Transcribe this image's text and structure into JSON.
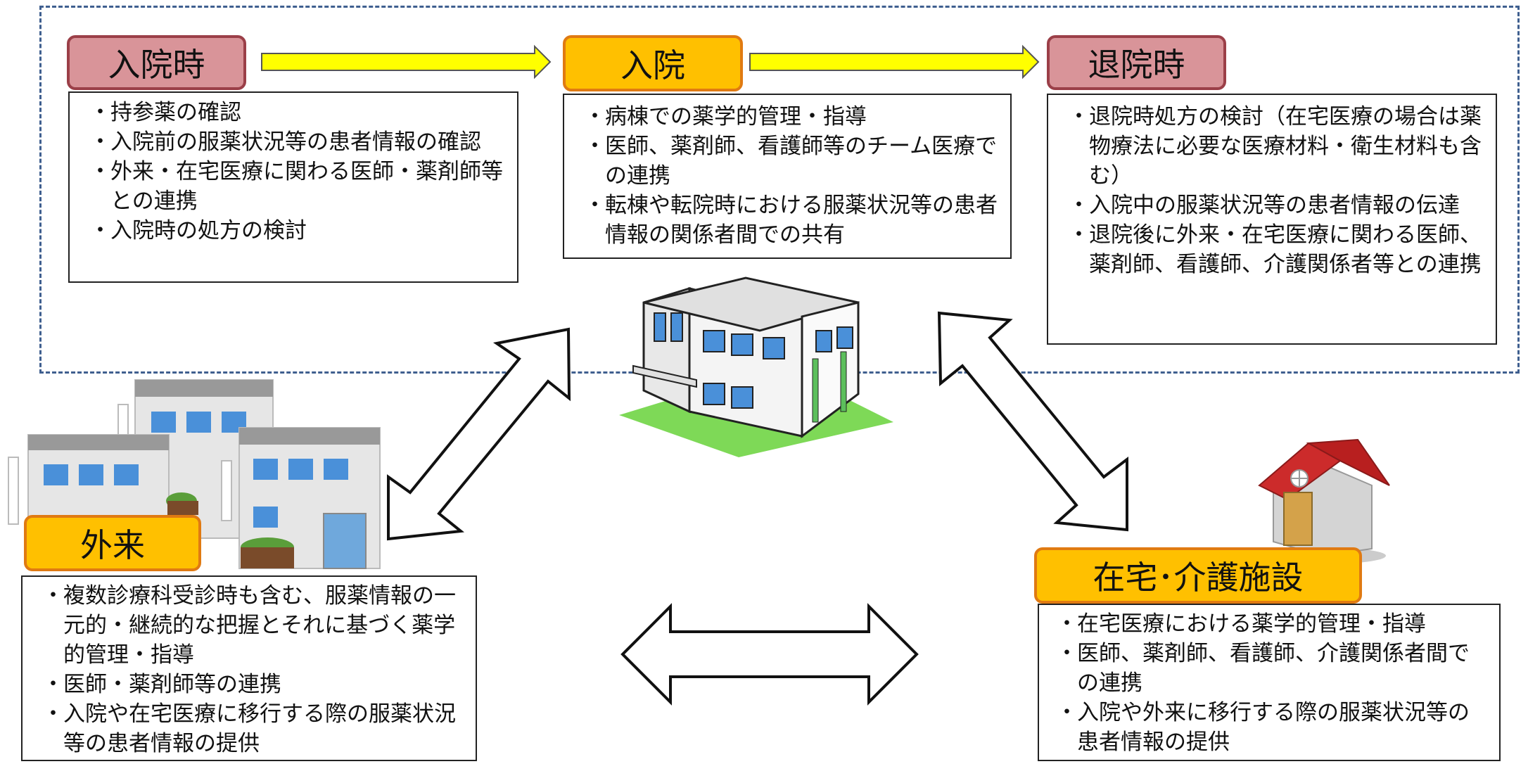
{
  "stages": {
    "admission_time": {
      "label": "入院時",
      "items": [
        "持参薬の確認",
        "入院前の服薬状況等の患者情報の確認",
        "外来・在宅医療に関わる医師・薬剤師等との連携",
        "入院時の処方の検討"
      ]
    },
    "hospitalization": {
      "label": "入院",
      "items": [
        "病棟での薬学的管理・指導",
        "医師、薬剤師、看護師等のチーム医療での連携",
        "転棟や転院時における服薬状況等の患者情報の関係者間での共有"
      ]
    },
    "discharge_time": {
      "label": "退院時",
      "items": [
        "退院時処方の検討（在宅医療の場合は薬物療法に必要な医療材料・衛生材料も含む）",
        "入院中の服薬状況等の患者情報の伝達",
        "退院後に外来・在宅医療に関わる医師、薬剤師、看護師、介護関係者等との連携"
      ]
    },
    "outpatient": {
      "label": "外来",
      "items": [
        "複数診療科受診時も含む、服薬情報の一元的・継続的な把握とそれに基づく薬学的管理・指導",
        "医師・薬剤師等の連携",
        "入院や在宅医療に移行する際の服薬状況等の患者情報の提供"
      ]
    },
    "home_care": {
      "label": "在宅･介護施設",
      "items": [
        "在宅医療における薬学的管理・指導",
        "医師、薬剤師、看護師、介護関係者間での連携",
        "入院や外来に移行する際の服薬状況等の患者情報の提供"
      ]
    }
  },
  "icons": {
    "hospital": "hospital-building-icon",
    "clinics": "clinic-buildings-icon",
    "home": "house-icon",
    "arrows": "double-headed-arrow-icon"
  },
  "colors": {
    "red_label_fill": "#d99499",
    "red_label_border": "#9b3f48",
    "orange_label_fill": "#ffc000",
    "orange_label_border": "#e07a12",
    "flow_arrow_fill": "#ffff00",
    "dashed_border": "#3f5f8f"
  }
}
